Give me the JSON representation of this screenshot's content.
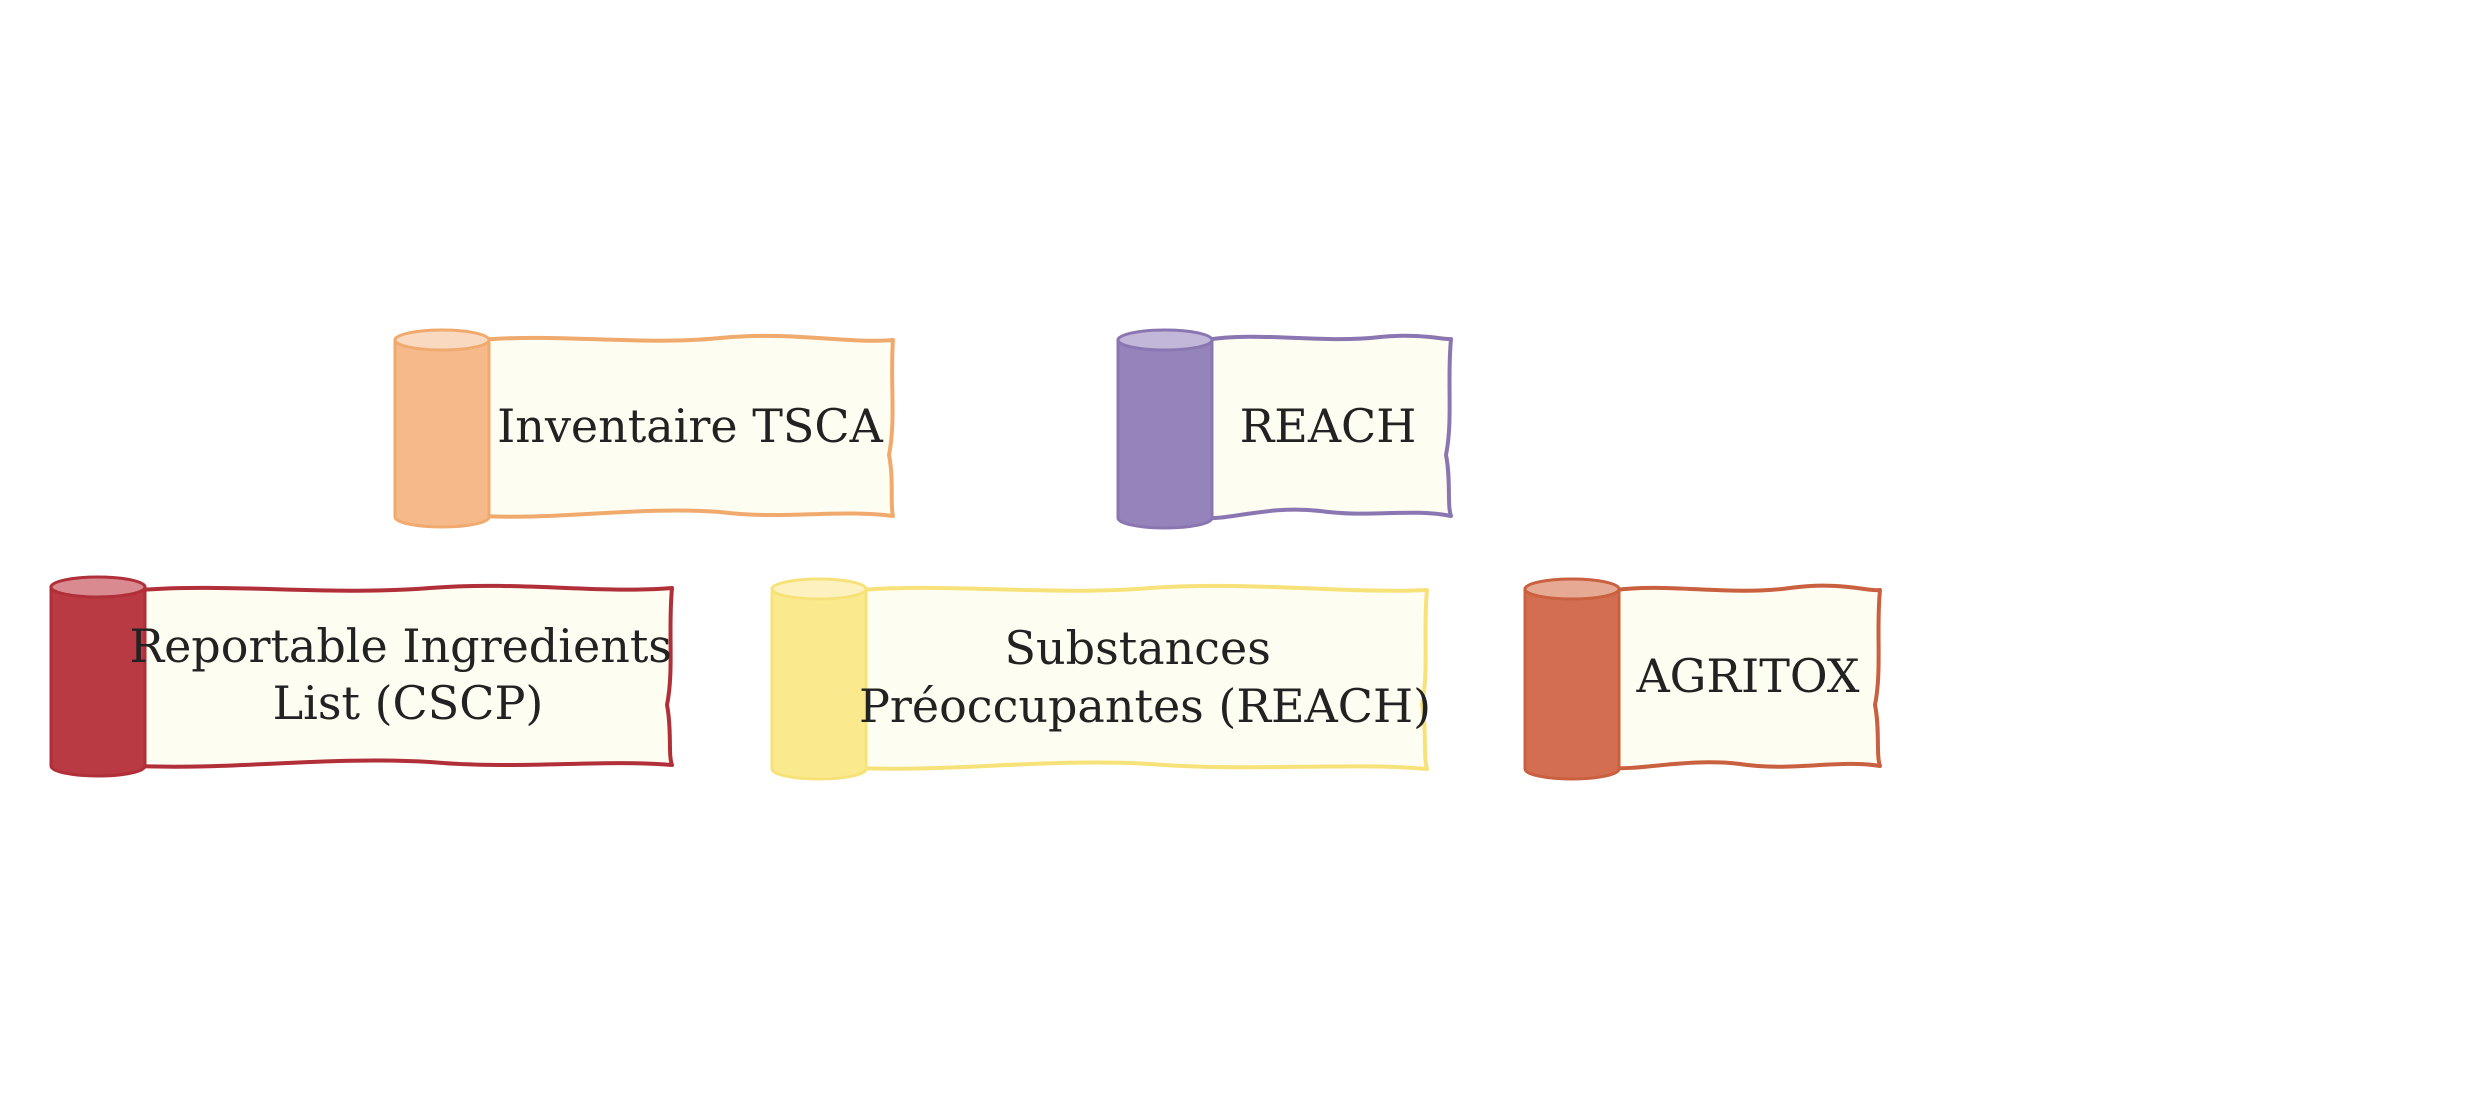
{
  "scrolls": [
    {
      "id": "tsca",
      "lines": [
        "Inventaire TSCA"
      ],
      "color": "#f5b98a",
      "stroke": "#f0aa6e",
      "cap": "#f9d9c0"
    },
    {
      "id": "reach",
      "lines": [
        "REACH"
      ],
      "color": "#9583bb",
      "stroke": "#8a77b2",
      "cap": "#c2b6d9"
    },
    {
      "id": "cscp",
      "lines": [
        "Reportable Ingredients",
        "List (CSCP)"
      ],
      "color": "#b93a42",
      "stroke": "#b02f38",
      "cap": "#d98a90"
    },
    {
      "id": "svhc",
      "lines": [
        "Substances",
        "Préoccupantes (REACH)"
      ],
      "color": "#fbe98e",
      "stroke": "#f7e27a",
      "cap": "#fdf2bf"
    },
    {
      "id": "agritox",
      "lines": [
        "AGRITOX"
      ],
      "color": "#d36e50",
      "stroke": "#c9603f",
      "cap": "#e6a994"
    }
  ],
  "colors": {
    "paper": "#fefdf2",
    "text": "#222222",
    "background": "#ffffff"
  }
}
